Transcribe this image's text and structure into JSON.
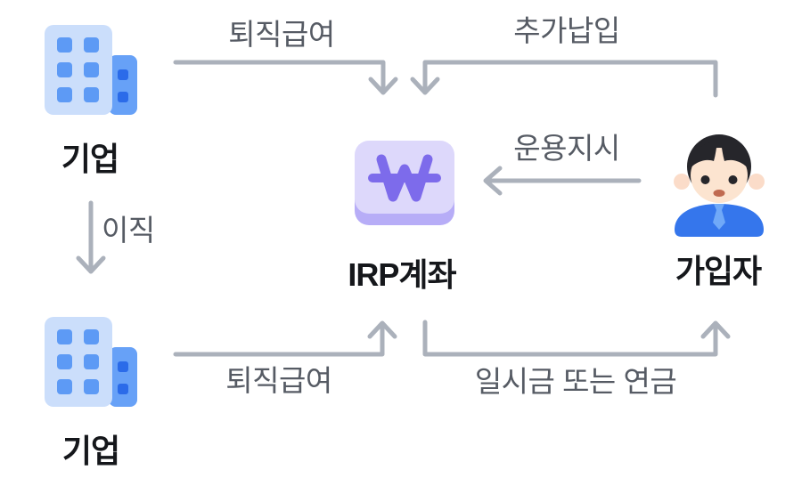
{
  "diagram": {
    "nodes": {
      "company_top": "기업",
      "irp_account": "IRP계좌",
      "subscriber": "가입자",
      "company_bottom": "기업"
    },
    "edges": {
      "severance_top": "퇴직급여",
      "additional_payment": "추가납입",
      "management_instruction": "운용지시",
      "job_change": "이직",
      "severance_bottom": "퇴직급여",
      "lump_sum_or_pension": "일시금 또는 연금"
    },
    "colors": {
      "background": "#FFFFFF",
      "arrow_line": "#ABB1BB",
      "edge_label_text": "#565B64",
      "node_label_text": "#15171B",
      "building_body": "#CBDEFB",
      "building_window": "#5D9AF5",
      "building_annex": "#67A1F7",
      "building_annex_window": "#2B6BE9",
      "irp_badge": "#DDD8FB",
      "irp_badge_shadow": "#B7ADF7",
      "irp_won_symbol": "#7D6BEB",
      "person_hair": "#26262B",
      "person_skin": "#FCE4D0",
      "person_shirt": "#3576EC",
      "person_tie": "#70A9F8"
    }
  }
}
